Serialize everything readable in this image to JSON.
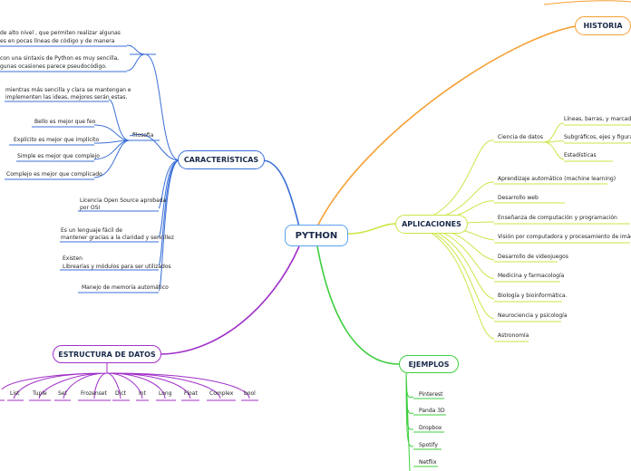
{
  "central": "PYTHON",
  "colors": {
    "historia": "#f5a033",
    "aplicaciones": "#c9e645",
    "ejemplos": "#3fcf3f",
    "caracteristicas": "#3a6fd8",
    "estructura": "#a030c8",
    "center_border": "#5aa0f0"
  },
  "historia": {
    "title": "HISTORIA"
  },
  "caracteristicas": {
    "title": "CARACTERÍSTICAS",
    "intro": [
      "de alto nivel , que permiten realizar algunas",
      "es en pocas líneas de código y de manera",
      "con una sintaxis de Python es muy sencilla,",
      "gunas ocasiones parece pseudocódigo."
    ],
    "filosofia": {
      "label": "filosofia",
      "top": [
        "mientras más sencilla y clara se mantengan e",
        "implementen las ideas, mejores serán estas."
      ],
      "items": [
        "Bello es mejor que feo",
        "Explícito es mejor que implícito",
        "Simple es mejor que complejo",
        "Complejo es mejor que complicado"
      ]
    },
    "licencia": [
      "Licencia Open Source aprobada",
      "por OSI"
    ],
    "lenguaje": [
      "Es un lenguaje fácil de",
      "mantener gracias a la claridad y sencillez"
    ],
    "librerias": [
      "Existen",
      "Librearías y módulos para ser utilizados"
    ],
    "memoria": "Manejo de memoria automático"
  },
  "aplicaciones": {
    "title": "APLICACIONES",
    "ciencia": "Ciencia de datos",
    "ciencia_sub": [
      "Líneas, barras, y marcadores",
      "Subgráficos, ejes y figuras",
      "Estadísticas"
    ],
    "items": [
      "Aprendizaje automático (machine learning)",
      "Desarrollo web",
      "Enseñanza de computación y programación",
      "Visión por computadora y procesamiento de imágenes",
      "Desarrollo de videojuegos",
      "Medicina y farmacología",
      "Biología y bioinformática.",
      "Neurociencia y psicología",
      "Astronomía"
    ]
  },
  "ejemplos": {
    "title": "EJEMPLOS",
    "items": [
      "Pinterest",
      "Panda 3D",
      "Dropbox",
      "Spotify",
      "Netflix"
    ]
  },
  "estructura": {
    "title": "ESTRUCTURA DE DATOS",
    "items": [
      "List",
      "Tuple",
      "Set",
      "Frozenset",
      "Dict",
      "Int",
      "Long",
      "Float",
      "Complex",
      "bool"
    ]
  }
}
